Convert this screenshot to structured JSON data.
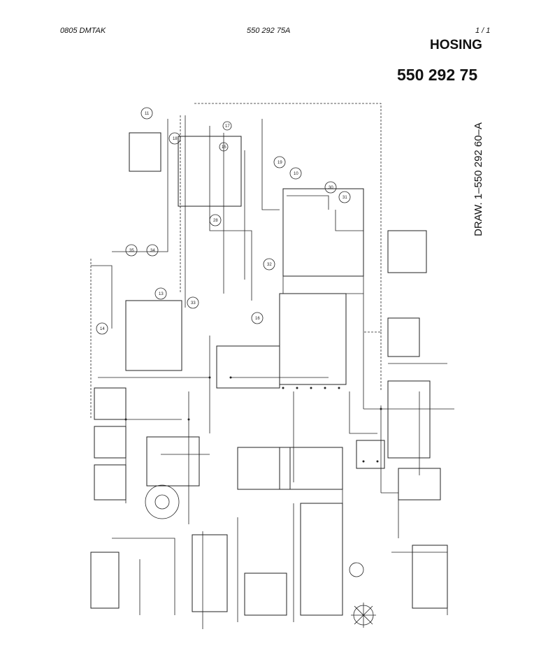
{
  "header": {
    "code": "0805   DMTAK",
    "document_number": "550 292 75A",
    "page": "1 /   1",
    "title": "HOSING",
    "part_number": "550 292 75"
  },
  "drawing_reference": "DRAW. 1–550 292 60–A",
  "callouts": [
    "11",
    "18",
    "19",
    "10",
    "30",
    "31",
    "28",
    "35",
    "34",
    "32",
    "33",
    "16",
    "13",
    "14",
    "15",
    "17"
  ]
}
